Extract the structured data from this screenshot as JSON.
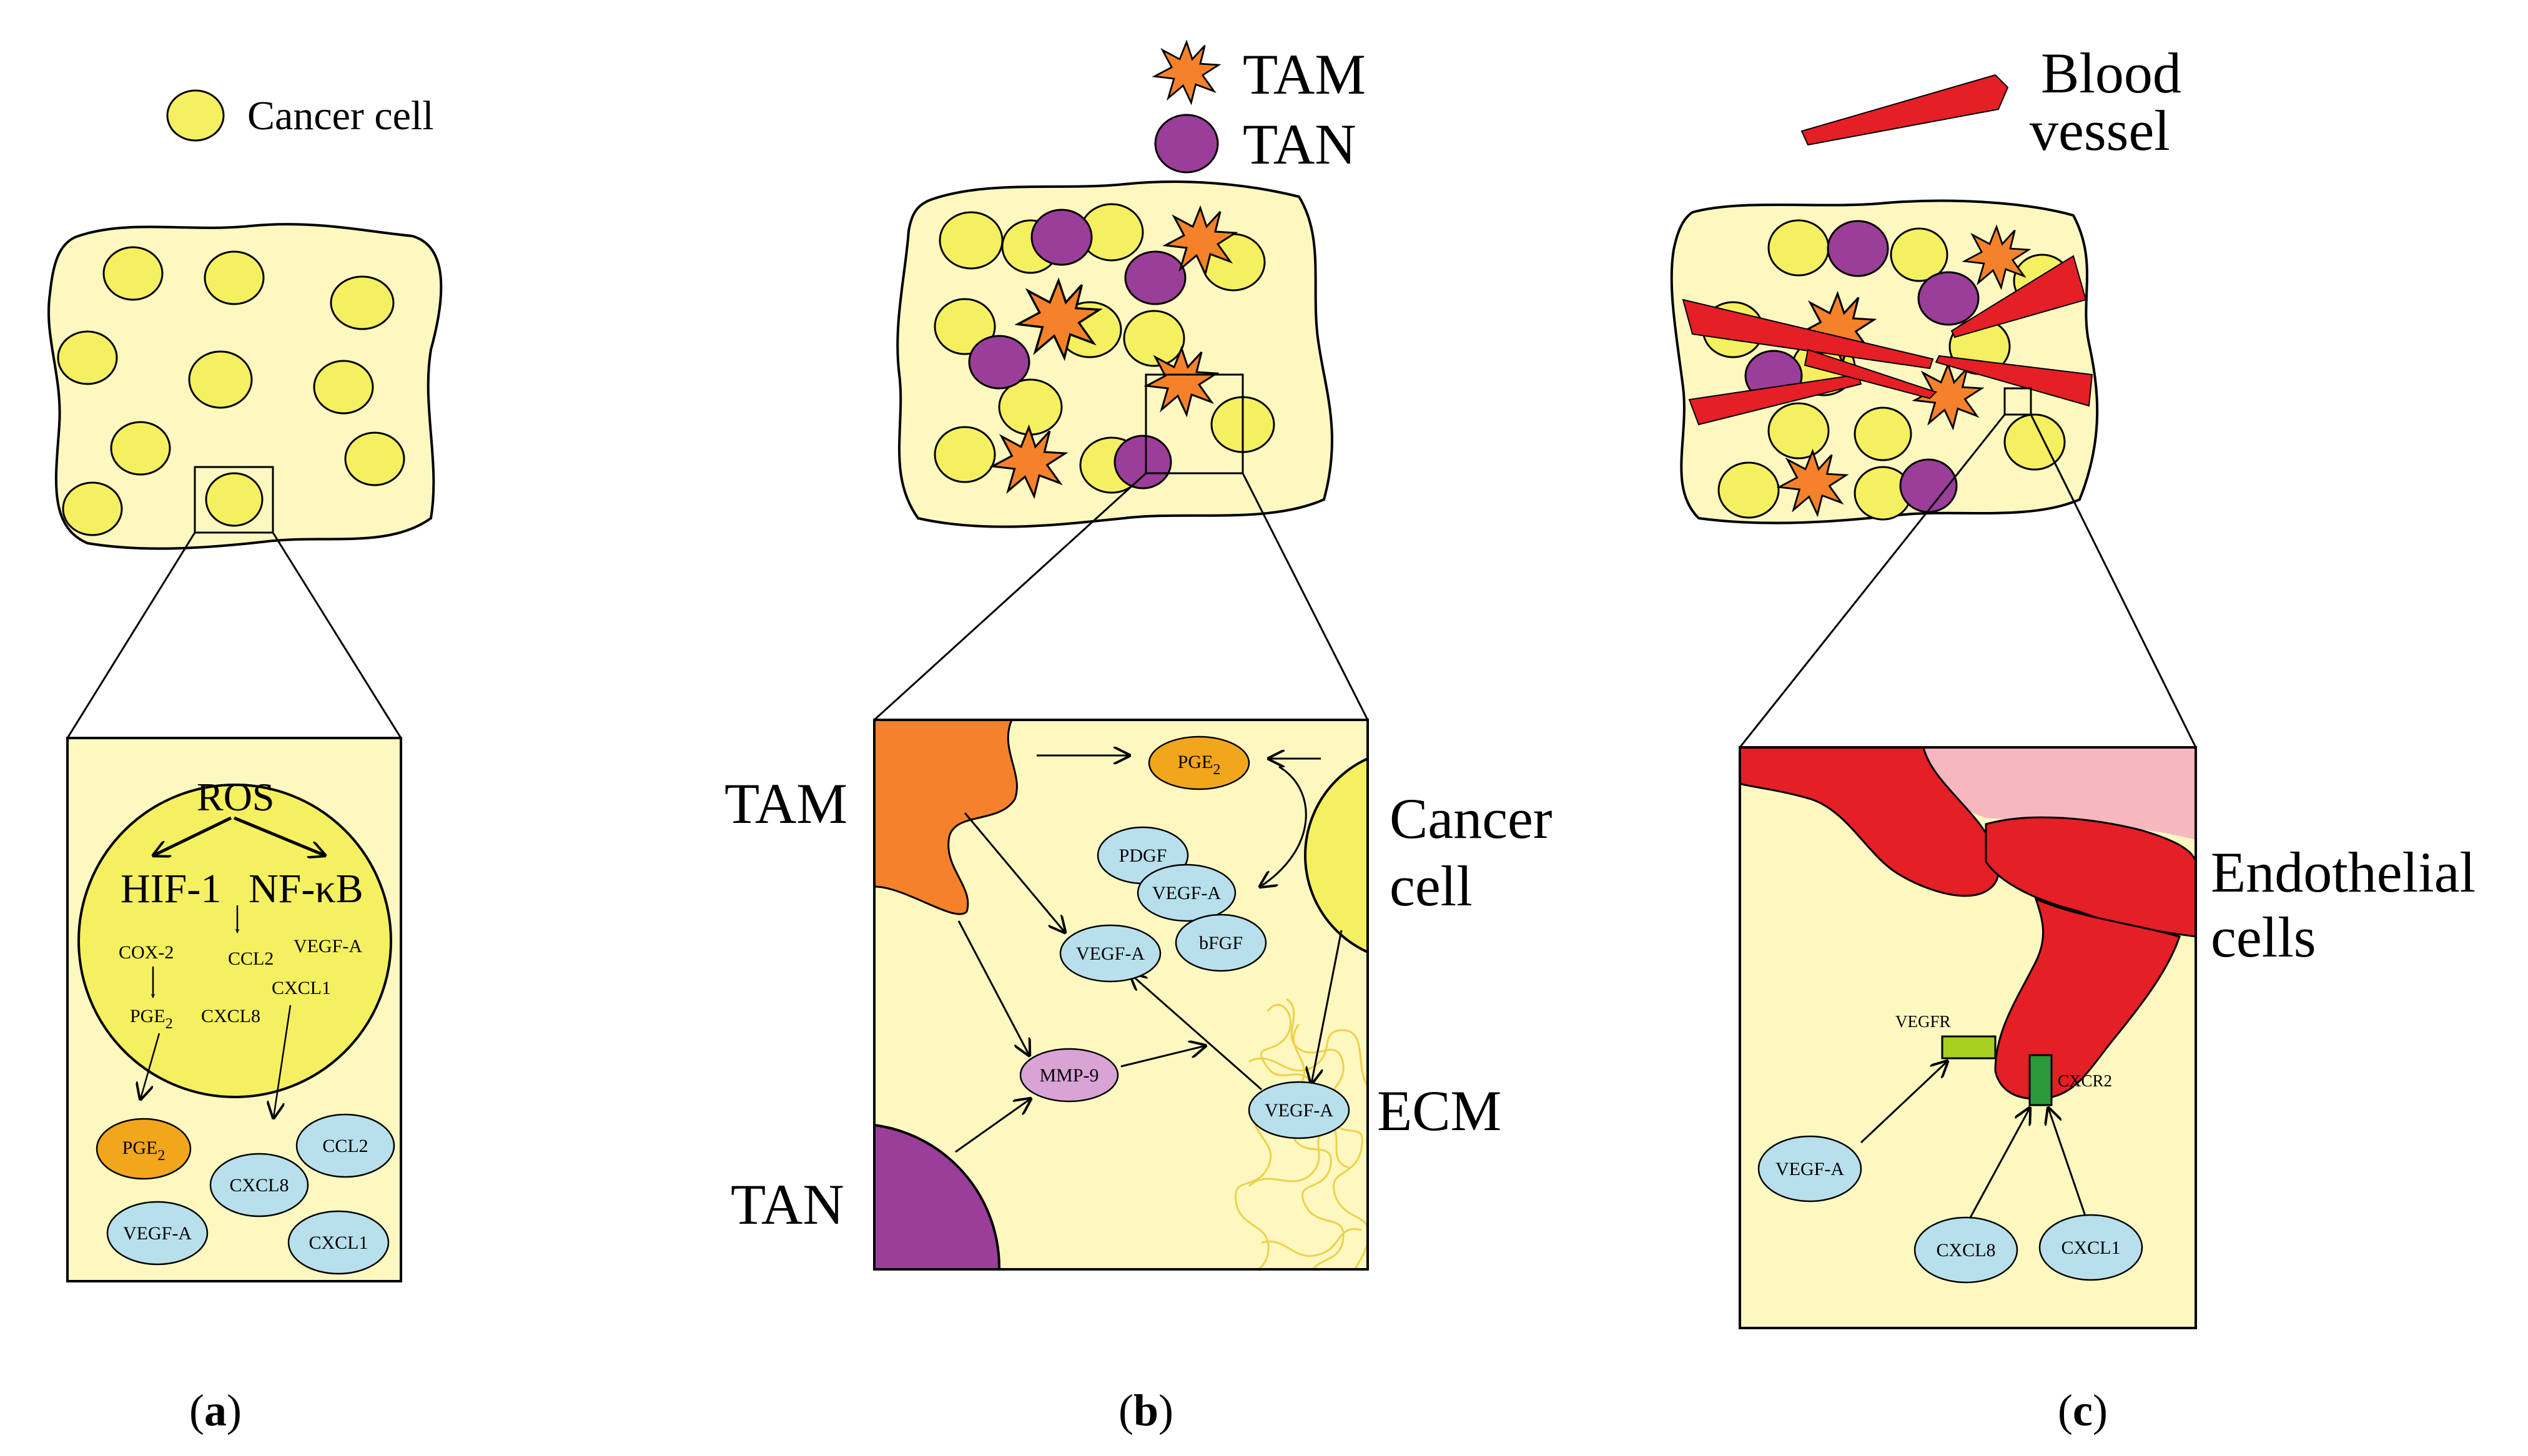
{
  "colors": {
    "background": "#fdf8c0",
    "cancer_cell": "#f5f060",
    "tam": "#f5822a",
    "tan": "#9a3e9a",
    "vessel": "#e41f25",
    "vessel_light": "#f7b7bf",
    "cytokine": "#b8e0ec",
    "pge2": "#f2a61c",
    "mmp9": "#d9a3d6",
    "ecm": "#f0d04a",
    "vegfr": "#a8d020",
    "cxcr2": "#2b9a3a"
  },
  "panel_a": {
    "legend_label": "Cancer cell",
    "ros": "ROS",
    "hif1": "HIF-1",
    "nfkb": "NF-κB",
    "cox2": "COX-2",
    "pge2_inner": "PGE",
    "ccl2_inner": "CCL2",
    "vegfa_inner": "VEGF-A",
    "cxcl1_inner": "CXCL1",
    "cxcl8_inner": "CXCL8",
    "pge2_out": "PGE",
    "ccl2_out": "CCL2",
    "cxcl8_out": "CXCL8",
    "vegfa_out": "VEGF-A",
    "cxcl1_out": "CXCL1",
    "subscript": "2",
    "caption_letter": "a"
  },
  "panel_b": {
    "legend_tam": "TAM",
    "legend_tan": "TAN",
    "tam_label": "TAM",
    "tan_label": "TAN",
    "cancer_label_1": "Cancer",
    "cancer_label_2": "cell",
    "ecm_label": "ECM",
    "pge2": "PGE",
    "subscript": "2",
    "pdgf": "PDGF",
    "vegfa_1": "VEGF-A",
    "bfgf": "bFGF",
    "vegfa_2": "VEGF-A",
    "mmp9": "MMP-9",
    "vegfa_3": "VEGF-A",
    "caption_letter": "b"
  },
  "panel_c": {
    "legend_1": "Blood",
    "legend_2": "vessel",
    "endo_1": "Endothelial",
    "endo_2": "cells",
    "vegfr": "VEGFR",
    "cxcr2": "CXCR2",
    "vegfa": "VEGF-A",
    "cxcl8": "CXCL8",
    "cxcl1": "CXCL1",
    "caption_letter": "c"
  }
}
